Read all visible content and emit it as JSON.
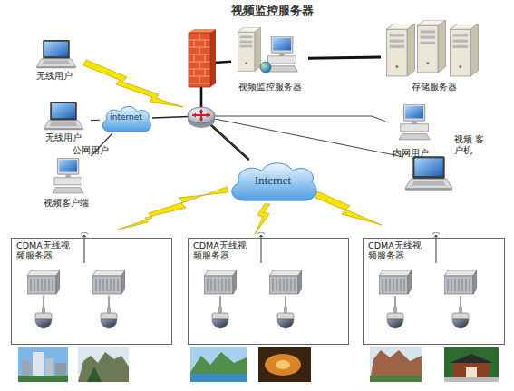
{
  "diagram": {
    "title": "视频监控服务器",
    "nodes": [
      {
        "text": [
          "无线用户"
        ]
      },
      {
        "text": [
          "视频监控服务器"
        ]
      },
      {
        "text": [
          "存储服务器"
        ]
      },
      {
        "text": [
          "internet"
        ]
      },
      {
        "text": [
          "无线用户"
        ]
      },
      {
        "text": [
          "内网用户"
        ]
      },
      {
        "text": [
          "视频 客户机"
        ]
      },
      {
        "text": [
          "视频客户端"
        ]
      },
      {
        "text": [
          "Internet"
        ]
      },
      {
        "text": [
          "CDMA无线视频服务器"
        ]
      },
      {
        "text": [
          "CDMA无线视频服务器"
        ]
      },
      {
        "text": [
          "CDMA无线视频服务器"
        ]
      }
    ],
    "edges": [
      {
        "from": 1,
        "to": 2,
        "arrow": "none"
      },
      {
        "from": 4,
        "to": 3,
        "arrow": "none"
      },
      {
        "from": 7,
        "to": 3,
        "label": "公网用户",
        "arrow": "none"
      },
      {
        "from": 3,
        "to": 8,
        "arrow": "none"
      },
      {
        "from": 1,
        "to": 8,
        "arrow": "none"
      },
      {
        "from": 5,
        "to": 8,
        "arrow": "none"
      },
      {
        "from": 6,
        "to": 8,
        "arrow": "none"
      }
    ]
  }
}
